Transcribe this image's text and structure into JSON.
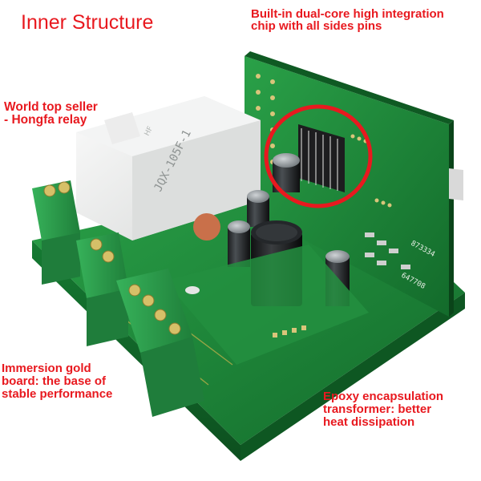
{
  "title": "Inner Structure",
  "annotations": {
    "chip": [
      "Built-in dual-core high integration",
      "chip with all sides pins"
    ],
    "relay": [
      "World top seller",
      "- Hongfa relay"
    ],
    "gold_board": [
      "Immersion gold",
      "board: the base of",
      "stable performance"
    ],
    "epoxy": [
      "Epoxy encapsulation",
      "transformer: better",
      "heat dissipation"
    ]
  },
  "board_markings": {
    "relay_model": "JQX-105F-1",
    "code_1": "873334",
    "code_2": "647708",
    "logo": "HF"
  },
  "colors": {
    "annotation": "#e8191f",
    "pcb": "#1f8a3c",
    "terminal": "#2ca24c",
    "highlight_circle": "#e8191f"
  }
}
